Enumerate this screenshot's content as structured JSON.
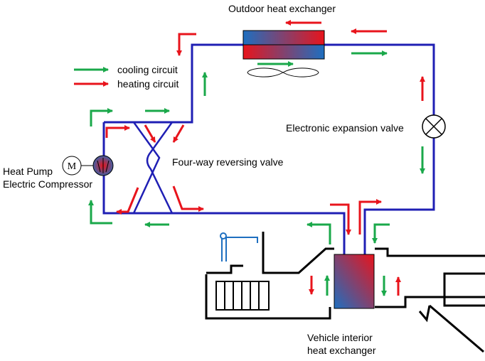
{
  "labels": {
    "outdoor_hx": "Outdoor heat exchanger",
    "cooling": "cooling circuit",
    "heating": "heating circuit",
    "eev": "Electronic expansion valve",
    "four_way": "Four-way reversing valve",
    "compressor_line1": "Heat Pump",
    "compressor_line2": "Electric Compressor",
    "motor_symbol": "M",
    "interior_line1": "Vehicle interior",
    "interior_line2": "heat exchanger"
  },
  "colors": {
    "pipe": "#1f1fb4",
    "cooling": "#1aa84a",
    "heating": "#e8141c",
    "hx_red": "#e8141c",
    "hx_blue": "#1e6fc0",
    "outline": "#000000"
  }
}
